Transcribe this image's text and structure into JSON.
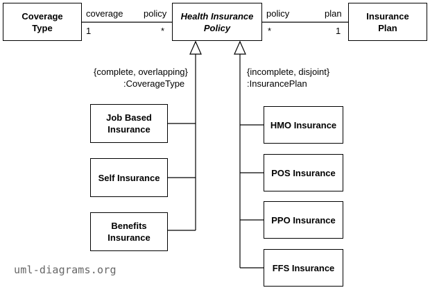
{
  "classes": {
    "coverage_type": [
      "Coverage",
      "Type"
    ],
    "policy": [
      "Health Insurance",
      "Policy"
    ],
    "insurance_plan": [
      "Insurance",
      "Plan"
    ],
    "job_based": [
      "Job Based",
      "Insurance"
    ],
    "self": [
      "Self Insurance"
    ],
    "benefits": [
      "Benefits",
      "Insurance"
    ],
    "hmo": [
      "HMO Insurance"
    ],
    "pos": [
      "POS Insurance"
    ],
    "ppo": [
      "PPO Insurance"
    ],
    "ffs": [
      "FFS Insurance"
    ]
  },
  "associations": {
    "left": {
      "role_left": "coverage",
      "role_right": "policy",
      "mult_left": "1",
      "mult_right": "*"
    },
    "right": {
      "role_left": "policy",
      "role_right": "plan",
      "mult_left": "*",
      "mult_right": "1"
    }
  },
  "generalization_sets": {
    "coverage": [
      "{complete, overlapping}",
      ":CoverageType"
    ],
    "plan": [
      "{incomplete, disjoint}",
      ":InsurancePlan"
    ]
  },
  "watermark": "uml-diagrams.org"
}
